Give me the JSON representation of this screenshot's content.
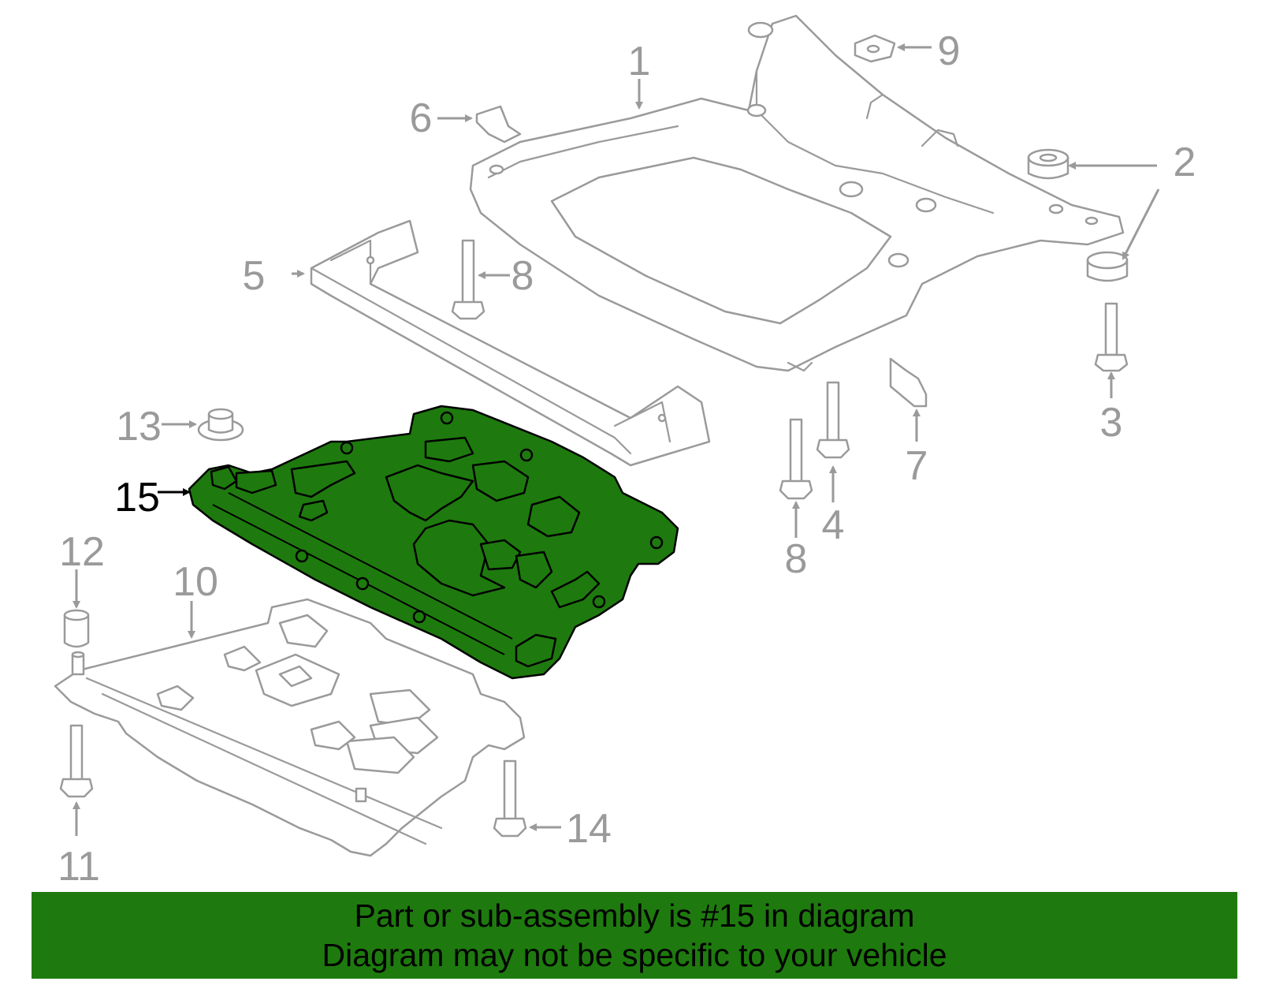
{
  "diagram": {
    "highlighted_part": "15",
    "callouts": {
      "c1": "1",
      "c2": "2",
      "c3": "3",
      "c4": "4",
      "c5": "5",
      "c6": "6",
      "c7": "7",
      "c8a": "8",
      "c8b": "8",
      "c9": "9",
      "c10": "10",
      "c11": "11",
      "c12": "12",
      "c13": "13",
      "c14": "14",
      "c15": "15"
    },
    "colors": {
      "highlight": "#1e7a0e",
      "line": "#9a9a9a",
      "active_text": "#000000"
    }
  },
  "banner": {
    "line1": "Part or sub-assembly is #15 in diagram",
    "line2": "Diagram may not be specific to your vehicle"
  }
}
